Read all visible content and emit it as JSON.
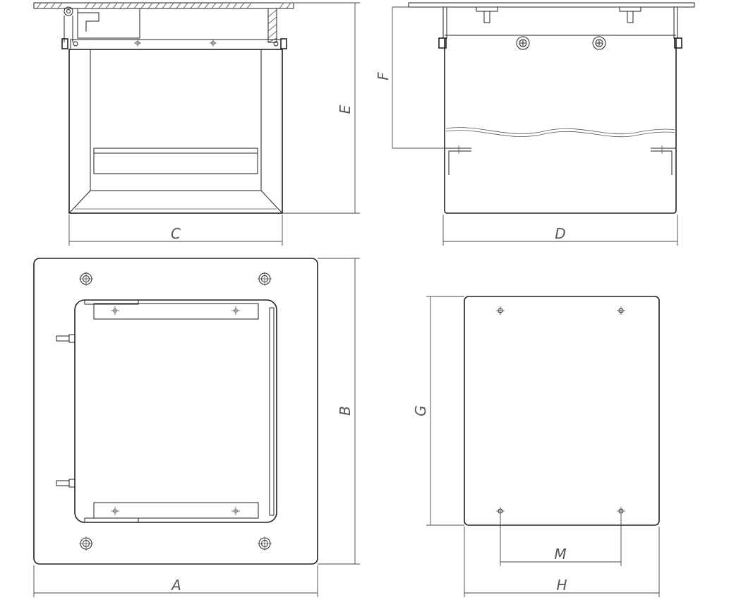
{
  "dimensions": {
    "A": "A",
    "B": "B",
    "C": "C",
    "D": "D",
    "E": "E",
    "F": "F",
    "G": "G",
    "H": "H",
    "M": "M"
  }
}
